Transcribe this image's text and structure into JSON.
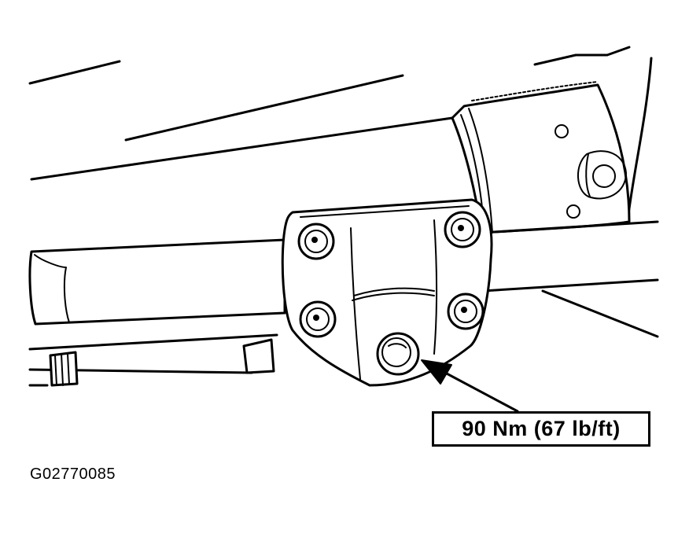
{
  "callout": {
    "torque_spec": "90 Nm (67 lb/ft)"
  },
  "figure": {
    "id": "G02770085"
  },
  "colors": {
    "ink": "#000000",
    "paper": "#ffffff"
  },
  "parts": {
    "mounting_bolts": 5,
    "stud_nuts": 4
  }
}
